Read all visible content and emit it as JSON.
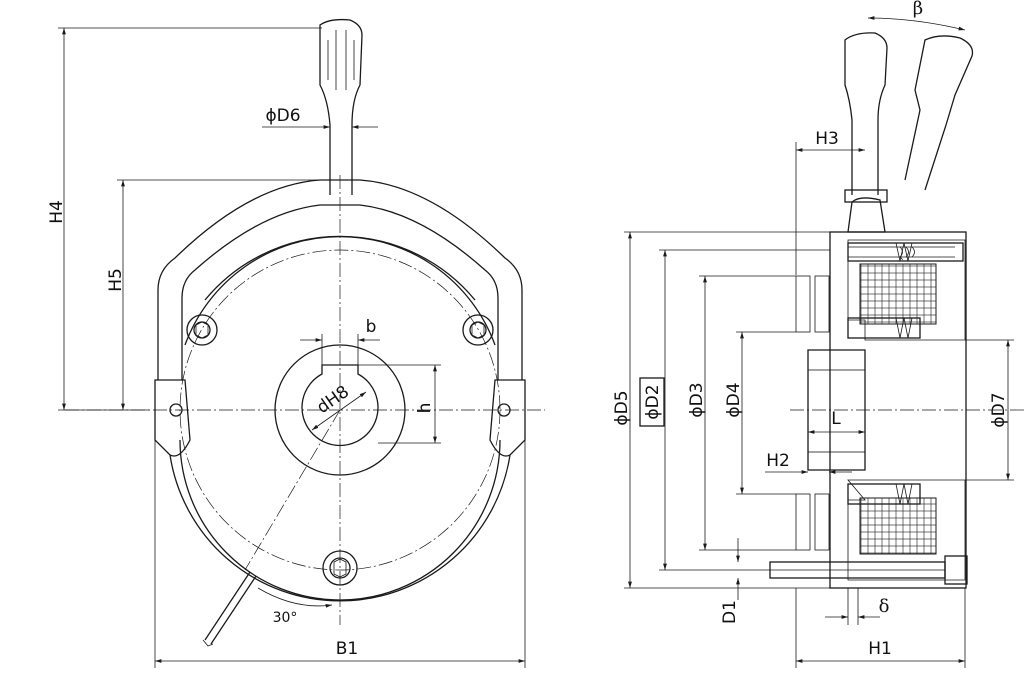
{
  "front_view": {
    "labels": {
      "H4": "H4",
      "H5": "H5",
      "D6": "ϕD6",
      "b": "b",
      "h": "h",
      "H8": "dH8",
      "angle": "30°",
      "B1": "B1"
    }
  },
  "side_view": {
    "labels": {
      "beta": "β",
      "H3": "H3",
      "D5": "ϕD5",
      "D2": "ϕD2",
      "D3": "ϕD3",
      "D4": "ϕD4",
      "D7": "ϕD7",
      "L": "L",
      "H2": "H2",
      "D1": "D1",
      "delta": "δ",
      "H1": "H1"
    }
  },
  "colors": {
    "line": "#1a1a1a",
    "background": "#ffffff"
  }
}
